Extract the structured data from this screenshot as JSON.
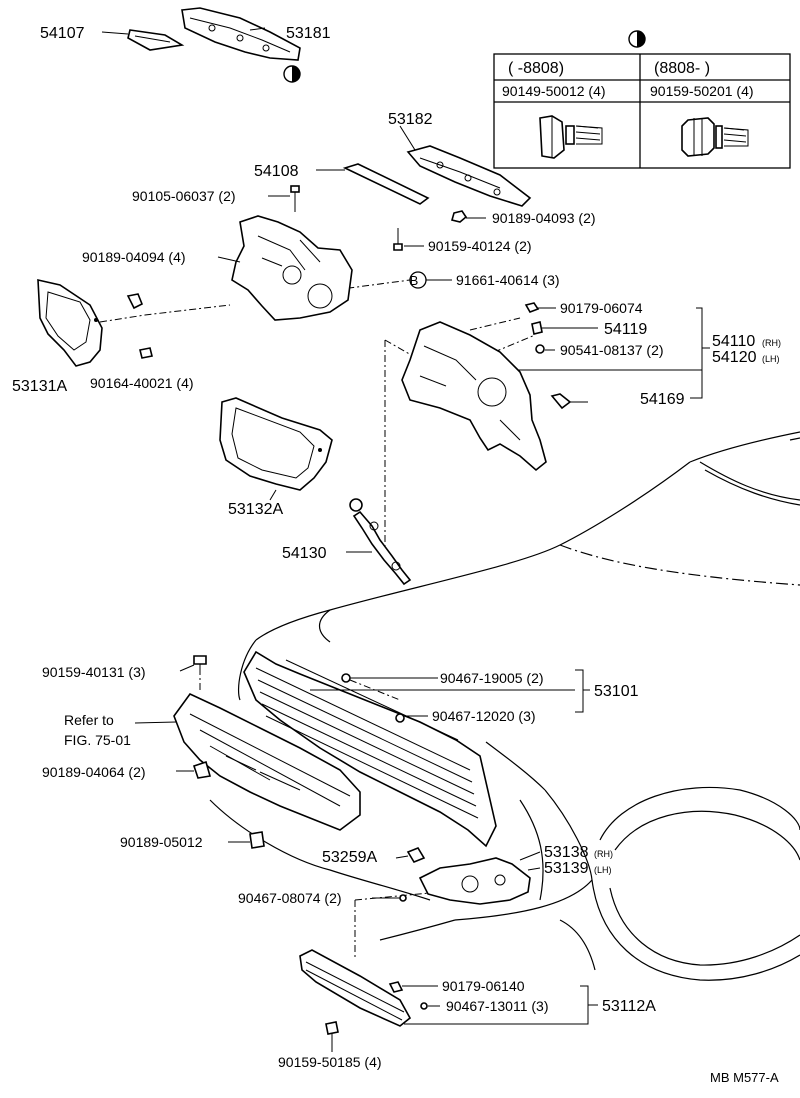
{
  "diagram_code": "MB M577-A",
  "table": {
    "col1_range": "(      -8808)",
    "col2_range": "(8808-      )",
    "col1_part": "90149-50012 (4)",
    "col2_part": "90159-50201 (4)"
  },
  "labels": {
    "p54107": "54107",
    "p53181": "53181",
    "p53182": "53182",
    "p54108": "54108",
    "p90105_06037": "90105-06037 (2)",
    "p90189_04093": "90189-04093 (2)",
    "p90159_40124": "90159-40124 (2)",
    "p90189_04094": "90189-04094 (4)",
    "p91661_40614": "91661-40614 (3)",
    "circle_b": "B",
    "p90179_06074": "90179-06074",
    "p54119": "54119",
    "p90541_08137": "90541-08137 (2)",
    "p54110": "54110",
    "p54110_side": "(RH)",
    "p54120": "54120",
    "p54120_side": "(LH)",
    "p54169": "54169",
    "p53131A": "53131A",
    "p90164_40021": "90164-40021 (4)",
    "p53132A": "53132A",
    "p54130": "54130",
    "p90159_40131": "90159-40131 (3)",
    "p90467_19005": "90467-19005 (2)",
    "p53101": "53101",
    "p90467_12020": "90467-12020 (3)",
    "refer_to_1": "Refer to",
    "refer_to_2": "FIG. 75-01",
    "p90189_04064": "90189-04064 (2)",
    "p90189_05012": "90189-05012",
    "p53259A": "53259A",
    "p53138": "53138",
    "p53138_side": "(RH)",
    "p53139": "53139",
    "p53139_side": "(LH)",
    "p90467_08074": "90467-08074 (2)",
    "p90179_06140": "90179-06140",
    "p90467_13011": "90467-13011 (3)",
    "p53112A": "53112A",
    "p90159_50185": "90159-50185 (4)"
  }
}
